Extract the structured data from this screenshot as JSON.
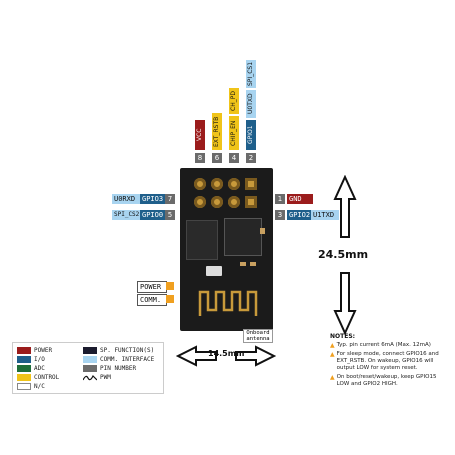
{
  "colors": {
    "power": "#9b1c1c",
    "io": "#1f5f8b",
    "adc": "#1f6e3a",
    "control": "#f0c419",
    "nc": "#ffffff",
    "spfunction": "#1b1b2e",
    "comm": "#a8d4f0",
    "pinnumber": "#6b6b6b",
    "pin_gold": "#c89a3b",
    "board": "#1b1b1b"
  },
  "top_pins": [
    {
      "number": "8",
      "labels": [
        "VCC"
      ],
      "label_colors": [
        "power"
      ]
    },
    {
      "number": "6",
      "labels": [
        "EXT_RSTB"
      ],
      "label_colors": [
        "control"
      ]
    },
    {
      "number": "4",
      "labels": [
        "CH_PD",
        "CHIP_EN"
      ],
      "label_colors": [
        "control",
        "control"
      ]
    },
    {
      "number": "2",
      "labels": [
        "GPIO1",
        "U0TXD",
        "SPI_CS1"
      ],
      "label_colors": [
        "io",
        "comm",
        "comm"
      ]
    }
  ],
  "left_pins": [
    {
      "number": "7",
      "labels": [
        "U0RXD",
        "GPIO3"
      ]
    },
    {
      "number": "5",
      "labels": [
        "SPI_CS2",
        "GPIO0"
      ]
    }
  ],
  "right_pins": [
    {
      "number": "1",
      "labels": [
        "GND"
      ]
    },
    {
      "number": "3",
      "labels": [
        "GPIO2",
        "U1TXD"
      ]
    }
  ],
  "led_labels": {
    "power": "POWER",
    "comm": "COMM."
  },
  "board_text": {
    "onboard_antenna": "Onboard antenna"
  },
  "dimensions": {
    "height": "24.5mm",
    "width": "14.5mm"
  },
  "legend": {
    "col1": [
      "POWER",
      "I/O",
      "ADC",
      "CONTROL",
      "N/C"
    ],
    "col2": [
      "SP. FUNCTION(S)",
      "COMM. INTERFACE",
      "PIN NUMBER",
      "PWM"
    ]
  },
  "notes": {
    "title": "NOTES:",
    "items": [
      "Typ. pin current 6mA (Max. 12mA)",
      "For sleep mode, connect GPIO16 and EXT_RSTB. On wakeup, GPIO16 will output LOW for system reset.",
      "On boot/reset/wakeup, keep GPIO15 LOW and GPIO2 HIGH."
    ]
  }
}
